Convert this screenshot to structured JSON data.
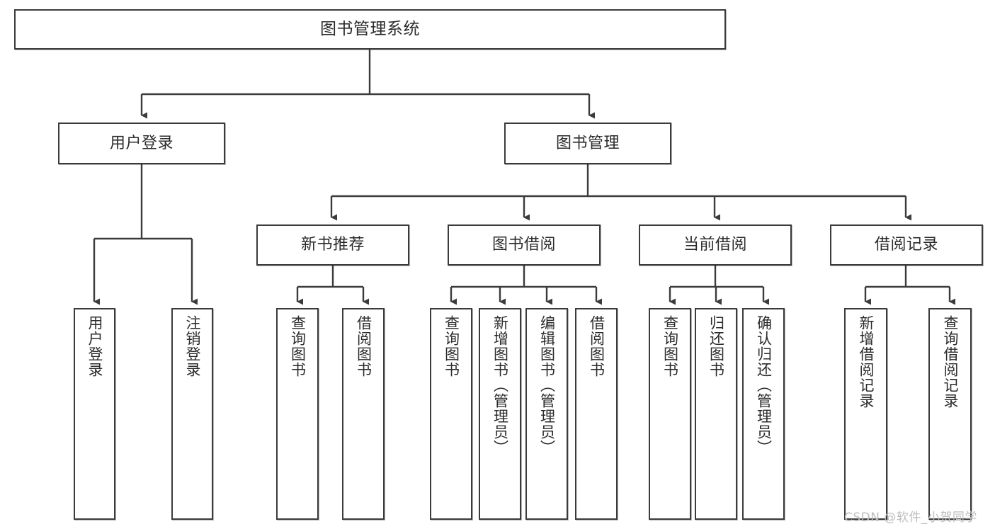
{
  "diagram": {
    "title": "图书管理系统",
    "type": "tree-hierarchy-chart",
    "watermark": "CSDN @软件_小贺同学",
    "colors": {
      "border": "#3b3b3b",
      "text": "#2b2b2b",
      "background": "#ffffff",
      "watermark": "#bdbdbd"
    },
    "nodes": {
      "root": {
        "label": "图书管理系统"
      },
      "level2": {
        "user_login": {
          "label": "用户登录"
        },
        "book_manage": {
          "label": "图书管理"
        }
      },
      "level3": {
        "new_book_rec": {
          "label": "新书推荐"
        },
        "book_borrow": {
          "label": "图书借阅"
        },
        "current_borrow": {
          "label": "当前借阅"
        },
        "borrow_record": {
          "label": "借阅记录"
        }
      },
      "leaves": {
        "user_login_children": [
          {
            "label": "用户登录"
          },
          {
            "label": "注销登录"
          }
        ],
        "new_book_rec_children": [
          {
            "label": "查询图书"
          },
          {
            "label": "借阅图书"
          }
        ],
        "book_borrow_children": [
          {
            "label": "查询图书"
          },
          {
            "label": "新增图书（管理员）"
          },
          {
            "label": "编辑图书（管理员）"
          },
          {
            "label": "借阅图书"
          }
        ],
        "current_borrow_children": [
          {
            "label": "查询图书"
          },
          {
            "label": "归还图书"
          },
          {
            "label": "确认归还（管理员）"
          }
        ],
        "borrow_record_children": [
          {
            "label": "新增借阅记录"
          },
          {
            "label": "查询借阅记录"
          }
        ]
      }
    }
  }
}
